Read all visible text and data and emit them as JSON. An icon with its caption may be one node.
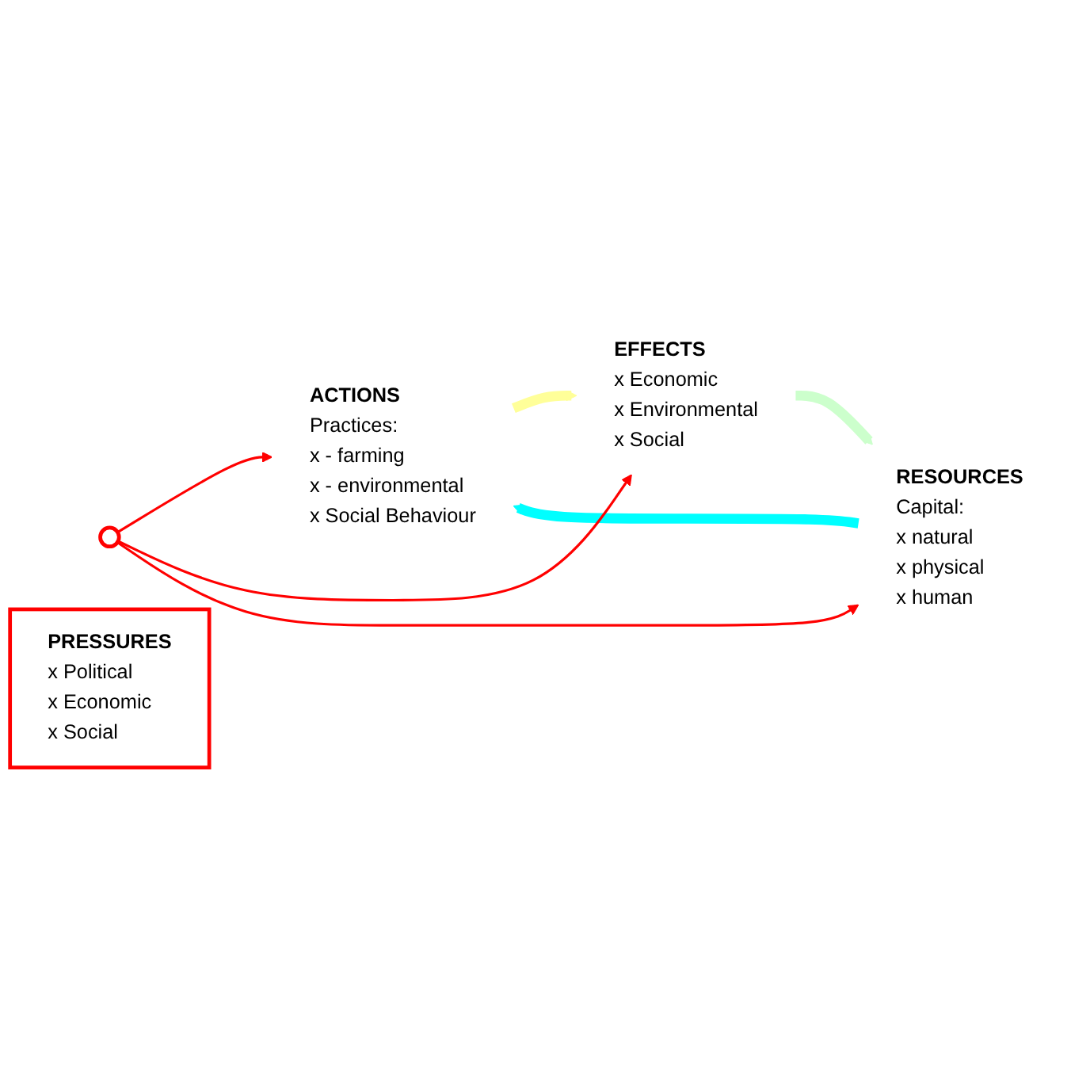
{
  "diagram": {
    "nodes": [
      {
        "text": [
          "PRESSURES",
          "x Political",
          "x Economic",
          "x Social"
        ]
      },
      {
        "text": [
          "ACTIONS",
          "Practices:",
          "x - farming",
          "x - environmental",
          "x Social Behaviour"
        ]
      },
      {
        "text": [
          "EFFECTS",
          "x Economic",
          "x Environmental",
          "x Social"
        ]
      },
      {
        "text": [
          "RESOURCES",
          "Capital:",
          "x natural",
          "x physical",
          "x human"
        ]
      },
      {
        "text": [],
        "shape": "circle"
      }
    ],
    "edges": [
      {
        "from": 1,
        "to": 2,
        "arrow": "to",
        "style": "thick",
        "color": "#ffff99"
      },
      {
        "from": 2,
        "to": 3,
        "arrow": "to",
        "style": "thick",
        "color": "#ccffcc"
      },
      {
        "from": 3,
        "to": 1,
        "arrow": "to",
        "style": "thick",
        "color": "#00ffff"
      },
      {
        "from": 4,
        "to": 1,
        "arrow": "to",
        "color": "#ff0000"
      },
      {
        "from": 4,
        "to": 2,
        "arrow": "to",
        "color": "#ff0000"
      },
      {
        "from": 4,
        "to": 3,
        "arrow": "to",
        "color": "#ff0000"
      }
    ]
  }
}
